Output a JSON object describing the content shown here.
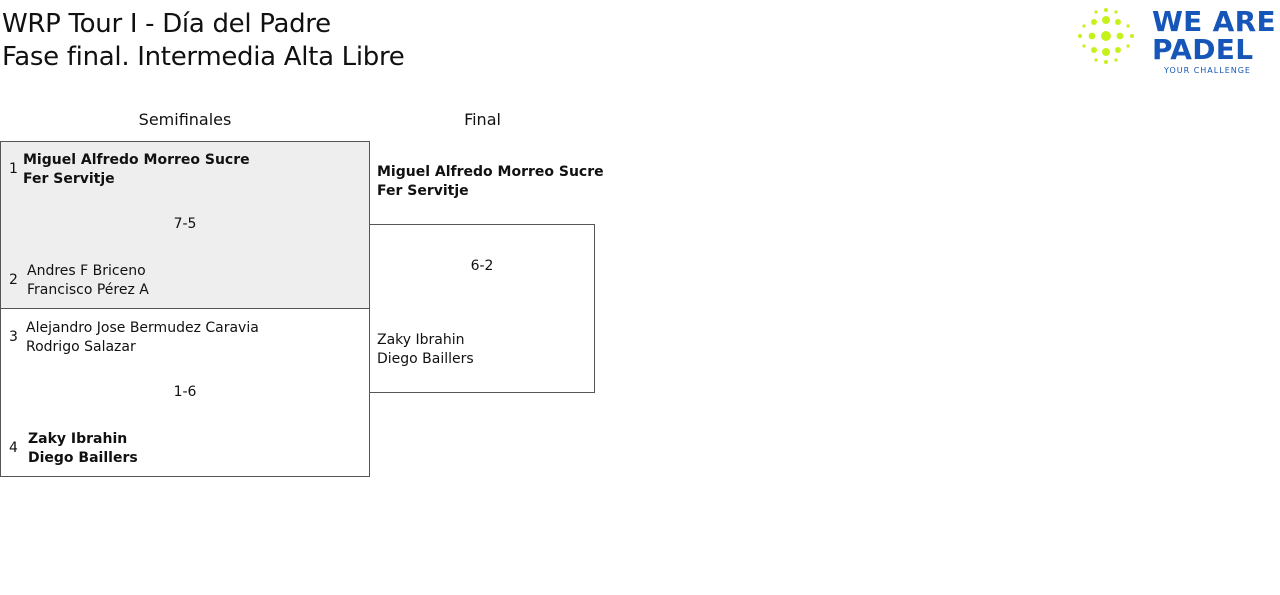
{
  "header": {
    "title_line1": "WRP Tour I - Día del Padre",
    "title_line2": "Fase final. Intermedia Alta Libre"
  },
  "logo": {
    "line1": "WE ARE",
    "line2": "PADEL",
    "tagline": "YOUR CHALLENGE",
    "text_color": "#1656b8",
    "dots_color": "#c6f21c"
  },
  "rounds": {
    "semifinals_label": "Semifinales",
    "final_label": "Final"
  },
  "semifinals": [
    {
      "score": "7-5",
      "team_top": {
        "seed": "1",
        "player1": "Miguel Alfredo Morreo Sucre",
        "player2": "Fer Servitje",
        "winner": true
      },
      "team_bottom": {
        "seed": "2",
        "player1": "Andres F Briceno",
        "player2": "Francisco Pérez A",
        "winner": false
      }
    },
    {
      "score": "1-6",
      "team_top": {
        "seed": "3",
        "player1": "Alejandro Jose Bermudez Caravia",
        "player2": "Rodrigo Salazar",
        "winner": false
      },
      "team_bottom": {
        "seed": "4",
        "player1": "Zaky Ibrahin",
        "player2": "Diego Baillers",
        "winner": true
      }
    }
  ],
  "final": {
    "score": "6-2",
    "team_top": {
      "player1": "Miguel Alfredo Morreo Sucre",
      "player2": "Fer Servitje",
      "winner": true
    },
    "team_bottom": {
      "player1": "Zaky Ibrahin",
      "player2": "Diego Baillers",
      "winner": false
    }
  },
  "colors": {
    "highlight_match_bg": "#eeeeee",
    "border": "#555555"
  }
}
